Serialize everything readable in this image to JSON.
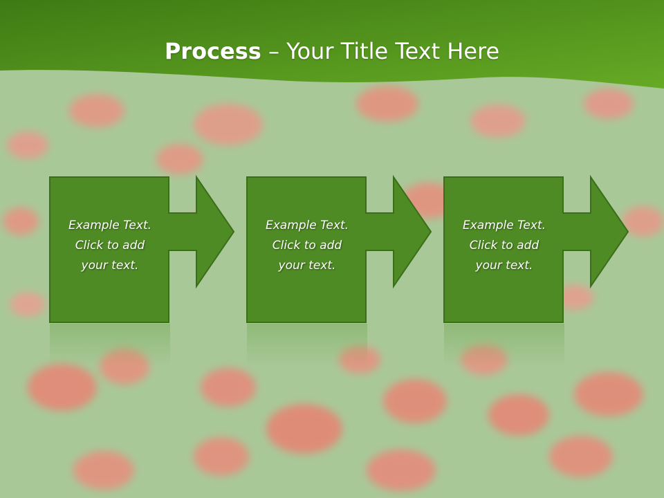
{
  "slide": {
    "title_bold": "Process",
    "title_rest": " – Your Title Text Here",
    "steps": [
      {
        "line1": "Example Text.",
        "line2": "Click  to add",
        "line3": "your text."
      },
      {
        "line1": "Example Text.",
        "line2": "Click  to add",
        "line3": "your text."
      },
      {
        "line1": "Example Text.",
        "line2": "Click  to add",
        "line3": "your text."
      }
    ]
  },
  "colors": {
    "header_dark": "#3e7a14",
    "header_light": "#66aa25",
    "box_fill": "#4f8b24",
    "box_stroke": "#3a6e18",
    "field_green": "#9cc08c",
    "poppy": "#e88a7a"
  }
}
